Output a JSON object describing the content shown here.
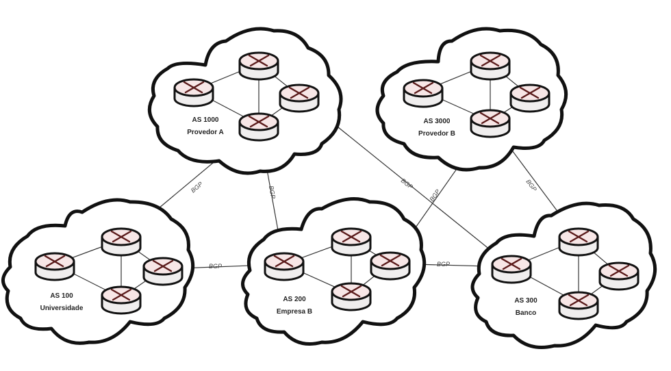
{
  "title": "BGP inter-AS network diagram",
  "link_label": "BGP",
  "colors": {
    "cloud_stroke": "#111111",
    "router_top": "#f7e6e6",
    "router_mark": "#5a1a1a",
    "link": "#333333"
  },
  "autonomous_systems": [
    {
      "id": "as1000",
      "as_number": "AS 1000",
      "name": "Provedor A"
    },
    {
      "id": "as3000",
      "as_number": "AS 3000",
      "name": "Provedor B"
    },
    {
      "id": "as100",
      "as_number": "AS 100",
      "name": "Universidade"
    },
    {
      "id": "as200",
      "as_number": "AS 200",
      "name": "Empresa B"
    },
    {
      "id": "as300",
      "as_number": "AS 300",
      "name": "Banco"
    }
  ],
  "bgp_links": [
    {
      "from": "as1000",
      "to": "as100"
    },
    {
      "from": "as1000",
      "to": "as200"
    },
    {
      "from": "as1000",
      "to": "as300"
    },
    {
      "from": "as3000",
      "to": "as200"
    },
    {
      "from": "as3000",
      "to": "as300"
    },
    {
      "from": "as100",
      "to": "as200"
    },
    {
      "from": "as200",
      "to": "as300"
    }
  ]
}
